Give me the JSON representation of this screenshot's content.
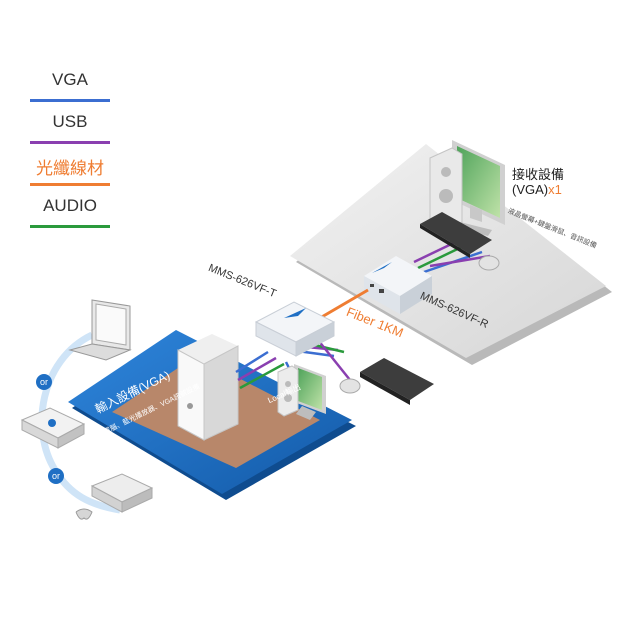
{
  "legend": [
    {
      "label": "VGA",
      "color": "#3b6ed1"
    },
    {
      "label": "USB",
      "color": "#8a3fb0"
    },
    {
      "label": "光纖線材",
      "color": "#ef7d32"
    },
    {
      "label": "AUDIO",
      "color": "#2a9a3c"
    }
  ],
  "transmitter": {
    "model": "MMS-626VF-T"
  },
  "receiver": {
    "model": "MMS-626VF-R"
  },
  "link": {
    "label": "Fiber 1KM",
    "color": "#ef7d32"
  },
  "input_device": {
    "title": "輸入設備(VGA)",
    "subtitle": "電腦、藍光播放器、VGA訊號設備"
  },
  "receive_device": {
    "title": "接收設備",
    "count_prefix": "(VGA)",
    "count_suffix": "x1",
    "subtitle": "液晶螢幕+鍵盤滑鼠、音訊設備"
  },
  "local_out": {
    "label": "Local輸出"
  },
  "or_badges": [
    "or",
    "or"
  ],
  "colors": {
    "vga": "#3b6ed1",
    "usb": "#8a3fb0",
    "fiber": "#ef7d32",
    "audio": "#2a9a3c",
    "platform_blue": "#1f6fc4",
    "platform_brown": "#b8876a"
  }
}
